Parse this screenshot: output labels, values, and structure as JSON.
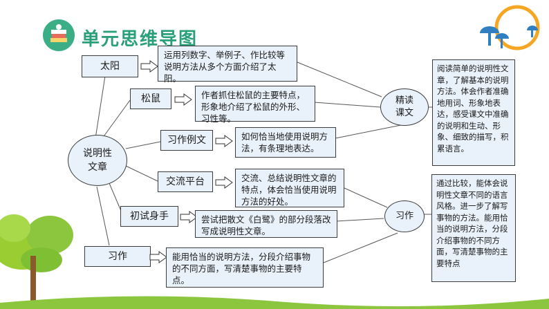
{
  "title": "单元思维导图",
  "center": "说明性\n文章",
  "branches": [
    {
      "label": "太阳",
      "desc": "运用列数字、举例子、作比较等说明方法从多个方面介绍了太阳。"
    },
    {
      "label": "松鼠",
      "desc": "作者抓住松鼠的主要特点，形象地介绍了松鼠的外形、习性等。"
    },
    {
      "label": "习作例文",
      "desc": "如何恰当地使用说明方法，有条理地表达。"
    },
    {
      "label": "交流平台",
      "desc": "交流、总结说明性文章的特点，体会恰当使用说明方法的好处。"
    },
    {
      "label": "初试身手",
      "desc": "尝试把散文《白鹭》的部分段落改写成说明性文章。"
    },
    {
      "label": "习作",
      "desc": "能用恰当的说明方法，分段介绍事物的不同方面，写清楚事物的主要特点。"
    }
  ],
  "hubs": [
    {
      "label": "精读\n课文",
      "desc": "阅读简单的说明性文章，了解基本的说明方法。体会作者准确地用词、形象地表达，感受课文中准确的说明和生动、形象、细致的描写，积累语言。"
    },
    {
      "label": "习作",
      "desc": "通过比较，能体会说明性文章不同的语言风格。进一步了解写事物的方法。能用恰当的说明方法，分段介绍事物的不同方面，写清楚事物的主要特点"
    }
  ],
  "colors": {
    "title": "#2aa07a",
    "box_fill": "#e9f2fb",
    "border": "#3b3b3b",
    "arrow_fill": "#ffffff",
    "grass": "#8cc63f",
    "tree_leaf": "#9acd32",
    "ring": "#f5a623",
    "mushroom": "#2f7fc1"
  },
  "icons": [
    "book-stack-icon",
    "mushroom-cluster-icon",
    "orange-ring-icon",
    "tree-icon"
  ]
}
